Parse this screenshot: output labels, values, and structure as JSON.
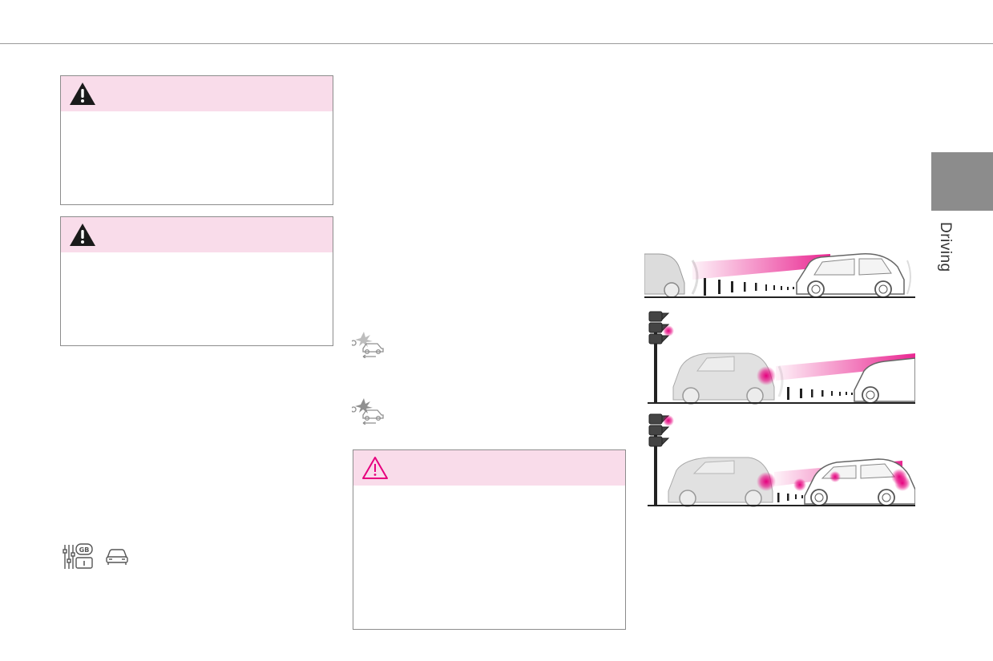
{
  "page": {
    "chapter_label": "Driving"
  },
  "warnings": [
    {
      "kind": "warning",
      "icon": "warning-triangle-filled-icon"
    },
    {
      "kind": "warning",
      "icon": "warning-triangle-filled-icon"
    },
    {
      "kind": "caution",
      "icon": "warning-triangle-outline-icon"
    }
  ],
  "icons": {
    "collision_alert_1": "collision-alert-icon",
    "collision_alert_2": "collision-alert-icon",
    "settings": "settings-sliders-icon",
    "car_menu": "car-icon"
  },
  "settings_icon_text": {
    "top": "GB",
    "bottom": "I"
  },
  "colors": {
    "accent": "#e6007e",
    "warning_band": "#f9dcea",
    "chapter_tab": "#8c8c8c"
  }
}
